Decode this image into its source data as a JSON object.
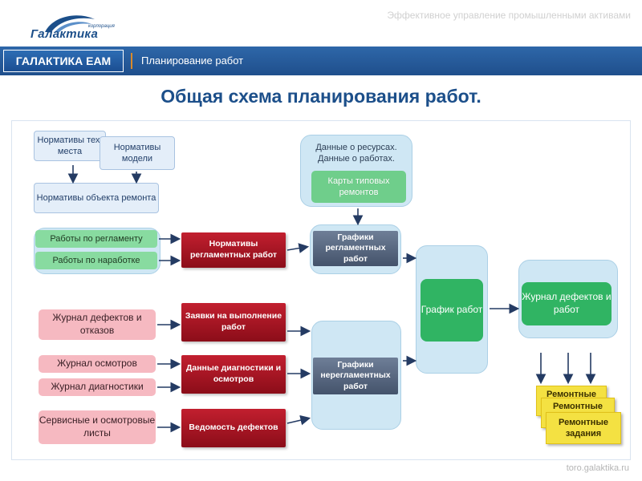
{
  "header": {
    "logo_caption": "корпорация",
    "logo_text": "Галактика",
    "tagline": "Эффективное управление промышленными активами"
  },
  "nav": {
    "brand": "ГАЛАКТИКА EAM",
    "section": "Планирование работ"
  },
  "title": "Общая схема планирования работ.",
  "diagram": {
    "norms_tech": "Нормативы тех. места",
    "norms_model": "Нормативы модели",
    "norms_object": "Нормативы объекта ремонта",
    "works_regulation": "Работы по регламенту",
    "works_runtime": "Работы по наработке",
    "regulation_norms": "Нормативы регламентных работ",
    "resources_data": "Данные о ресурсах. Данные о работах.",
    "typical_repair_cards": "Карты типовых ремонтов",
    "regulation_schedules": "Графики регламентных работ",
    "defect_journal_input": "Журнал дефектов и отказов",
    "inspection_journal": "Журнал осмотров",
    "diagnostics_journal": "Журнал диагностики",
    "service_sheets": "Сервисные и осмотровые листы",
    "requests": "Заявки на выполнение работ",
    "diagnostics_data": "Данные диагностики и осмотров",
    "defects_list": "Ведомость дефектов",
    "nonregulation_schedules": "Графики нерегламентных работ",
    "work_schedule": "График работ",
    "defect_journal_output": "Журнал дефектов и работ",
    "repair_tasks": [
      "Ремонтные",
      "Ремонтные",
      "Ремонтные задания"
    ]
  },
  "footer": "toro.galaktika.ru",
  "colors": {
    "brand_blue": "#1c4f8a",
    "accent_red": "#b01525",
    "accent_green": "#30b463",
    "accent_yellow": "#f4e142"
  }
}
